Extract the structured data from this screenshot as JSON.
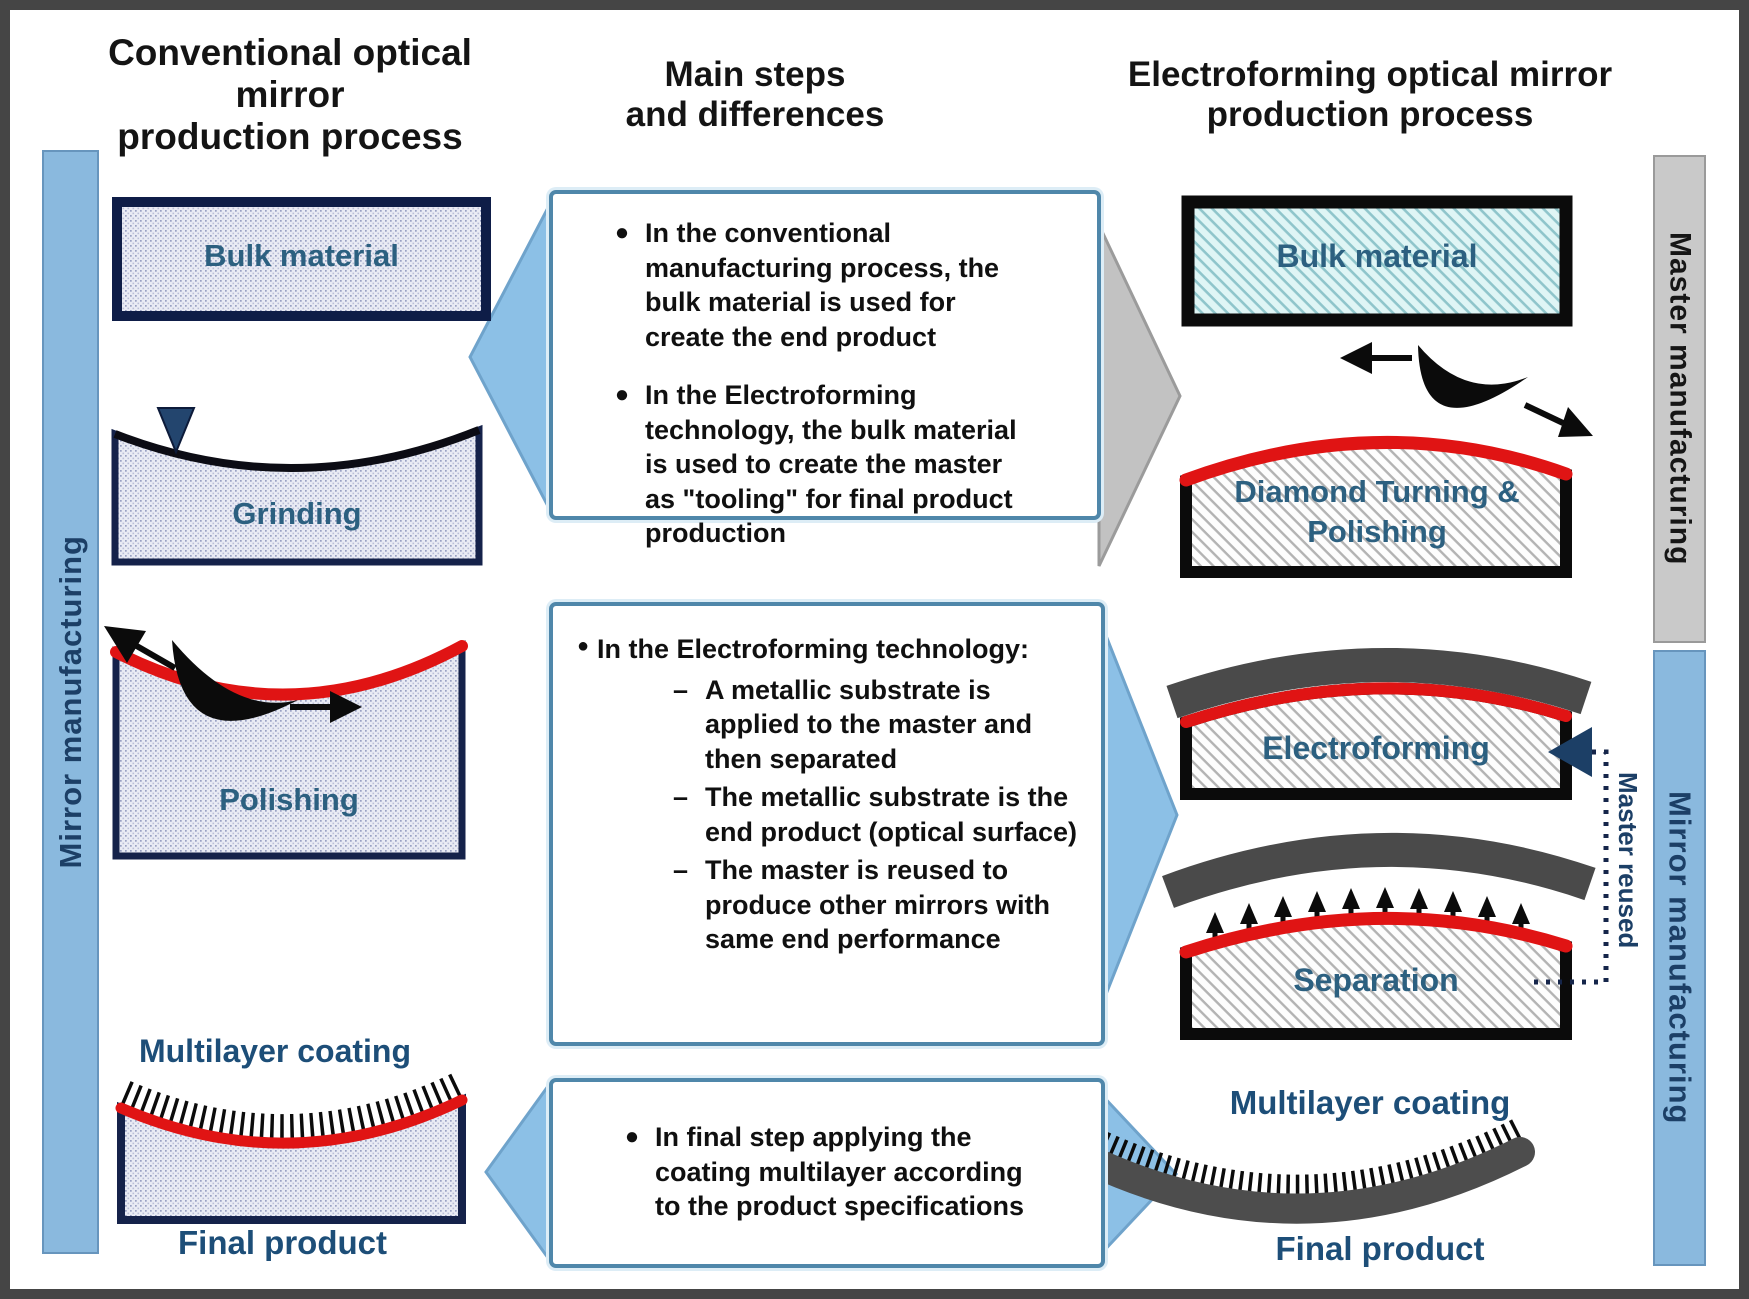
{
  "headers": {
    "conventional": [
      "Conventional optical",
      "mirror",
      "production process"
    ],
    "middle": [
      "Main steps",
      "and differences"
    ],
    "electroforming": [
      "Electroforming optical mirror",
      "production process"
    ]
  },
  "bars": {
    "left": "Mirror manufacturing",
    "right_top": "Master manufacturing",
    "right_bottom": "Mirror manufacturing"
  },
  "master_reused_label": "Master reused",
  "conventional_steps": {
    "bulk": "Bulk material",
    "grinding": "Grinding",
    "polishing": "Polishing",
    "coating": "Multilayer coating",
    "final": "Final product"
  },
  "electroforming_steps": {
    "bulk": "Bulk material",
    "turning": "Diamond Turning & Polishing",
    "electroforming": "Electroforming",
    "separation": "Separation",
    "coating": "Multilayer coating",
    "final": "Final product"
  },
  "notes_box1": {
    "bullet1": "In the conventional manufacturing process, the bulk material is used for create the end product",
    "bullet2": "In the Electroforming technology, the bulk material is used to create the master as \"tooling\" for final product production"
  },
  "notes_box2": {
    "bullet": "In the Electroforming technology:",
    "item1": "A metallic substrate is applied to the master and then separated",
    "item2": "The metallic substrate is the end product (optical surface)",
    "item3": "The master is reused to produce other mirrors with same end performance"
  },
  "notes_box3": {
    "bullet1": "In final step applying the coating multilayer according to the product specifications"
  },
  "glyphs": {
    "bullet": "●",
    "dash": "–"
  },
  "colors": {
    "accent_blue_arrow": "#8cc0e6",
    "gray_arrow": "#c2c2c2",
    "navy": "#1c3f66",
    "steel_label": "#2c6080",
    "dark_label": "#1d4e78",
    "red_layer": "#e01414",
    "substrate_gray": "#4a4a4a",
    "bar_blue": "#8ab9de",
    "bar_gray": "#c9c9c9",
    "note_box_border": "#4f87aa",
    "frame": "#454545"
  }
}
